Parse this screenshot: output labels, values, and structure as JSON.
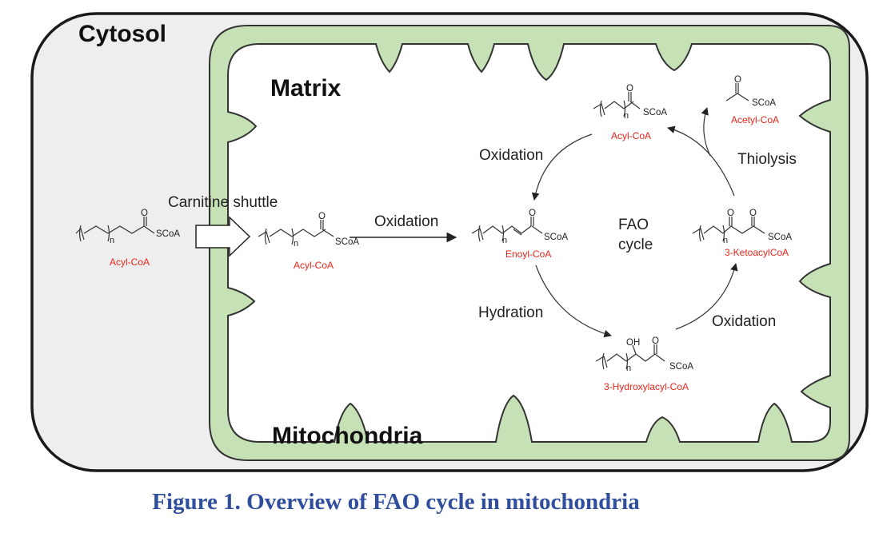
{
  "compartments": {
    "cytosol": "Cytosol",
    "matrix": "Matrix",
    "mitochondria": "Mitochondria"
  },
  "steps": {
    "carnitine_shuttle": "Carnitine shuttle",
    "oxidation_main": "Oxidation",
    "oxidation_top": "Oxidation",
    "thiolysis": "Thiolysis",
    "hydration": "Hydration",
    "oxidation_bottom": "Oxidation"
  },
  "cycle_label": {
    "line1": "FAO",
    "line2": "cycle"
  },
  "molecules": {
    "acyl_cytosol": {
      "name": "Acyl-CoA",
      "group": "SCoA",
      "sub": "n",
      "oxygen": "O"
    },
    "acyl_matrix": {
      "name": "Acyl-CoA",
      "group": "SCoA",
      "sub": "n",
      "oxygen": "O"
    },
    "enoyl": {
      "name": "Enoyl-CoA",
      "group": "SCoA",
      "sub": "n",
      "oxygen": "O"
    },
    "acyl_top": {
      "name": "Acyl-CoA",
      "group": "SCoA",
      "sub": "n",
      "oxygen": "O"
    },
    "acetyl": {
      "name": "Acetyl-CoA",
      "group": "SCoA",
      "oxygen": "O"
    },
    "ketoacyl": {
      "name": "3-KetoacylCoA",
      "group": "SCoA",
      "sub": "n",
      "oxygen1": "O",
      "oxygen2": "O"
    },
    "hydroxyacyl": {
      "name": "3-Hydroxylacyl-CoA",
      "group": "SCoA",
      "sub": "n",
      "hydroxyl": "OH",
      "oxygen": "O"
    }
  },
  "caption": "Figure 1. Overview of FAO cycle in mitochondria",
  "colors": {
    "membrane_fill": "#c6e1b5",
    "membrane_stroke": "#333333",
    "cytosol_fill": "#eeeeee",
    "name_color": "#e8261c",
    "caption_color": "#2f4f9e"
  }
}
